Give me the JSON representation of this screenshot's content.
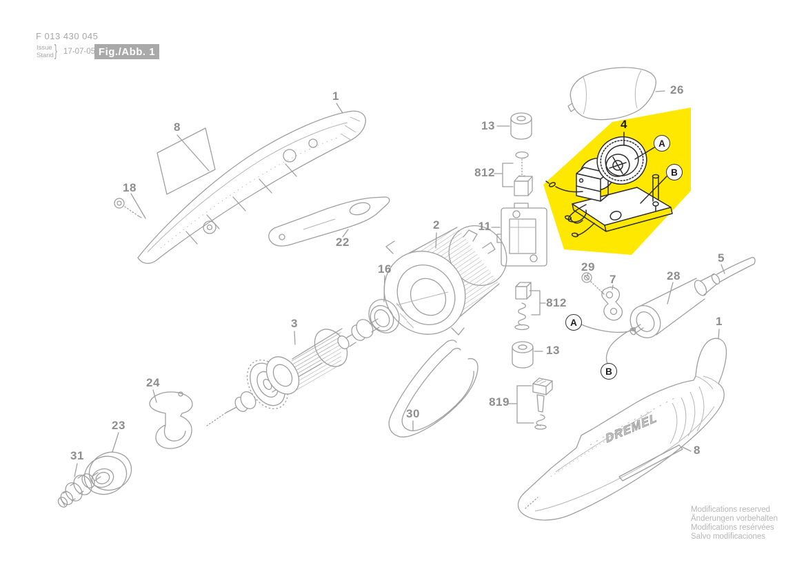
{
  "header": {
    "document_number": "F 013 430 045",
    "issue_label_line1": "Issue",
    "issue_label_line2": "Stand",
    "issue_brace": "}",
    "issue_date": "17-07-05",
    "figure_badge": "Fig./Abb. 1"
  },
  "diagram": {
    "brand_logo": "DREMEL",
    "highlighted_part": "4",
    "part_labels": {
      "housing_upper": "1",
      "name_plate_upper": "8",
      "housing_screw": "18",
      "slide_plate": "22",
      "stator": "2",
      "brush_holder": "11",
      "brush_cap_upper": "13",
      "carbon_brush_upper": "812",
      "motor_cover": "26",
      "switch_assembly": "4",
      "bearing_ring": "16",
      "armature": "3",
      "hanger_cap": "24",
      "nose_ring": "23",
      "collet_chuck": "31",
      "carbon_brush_lower": "812",
      "brush_cap_lower": "13",
      "switch_knob": "819",
      "wire_bail": "30",
      "clamp_screw": "29",
      "cord_clamp": "7",
      "cord_sleeve": "28",
      "power_cord": "5",
      "housing_lower": "1",
      "name_plate_lower": "8"
    },
    "callouts": {
      "a": "A",
      "b": "B"
    }
  },
  "colors": {
    "highlight_yellow": "#FFE800",
    "line_art_gray": "#9E9E9E",
    "label_gray": "#8D8D8D",
    "badge_gray": "#A9A9A9"
  },
  "footer": {
    "notice_lines": [
      "Modifications reserved",
      "Änderungen vorbehalten",
      "Modifications resérvées",
      "Salvo modificaciones"
    ]
  }
}
